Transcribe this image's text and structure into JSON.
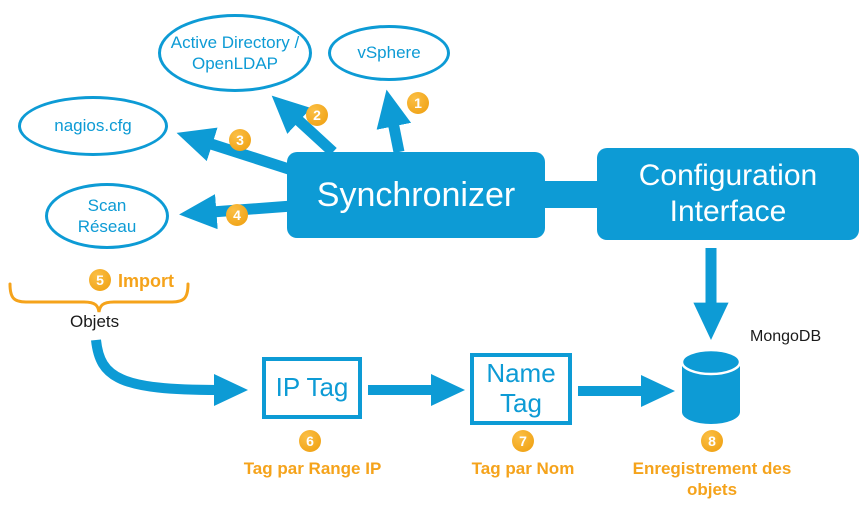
{
  "colors": {
    "primary_blue": "#0D9BD5",
    "accent_orange": "#F5A31B"
  },
  "sources": {
    "active_directory": {
      "label": "Active Directory / OpenLDAP"
    },
    "vsphere": {
      "label": "vSphere"
    },
    "nagios": {
      "label": "nagios.cfg"
    },
    "scan_reseau": {
      "label": "Scan Réseau"
    }
  },
  "components": {
    "synchronizer": {
      "label": "Synchronizer"
    },
    "configuration_interface": {
      "label": "Configuration Interface"
    },
    "ip_tag": {
      "label": "IP Tag"
    },
    "name_tag": {
      "label": "Name Tag"
    },
    "mongodb": {
      "label": "MongoDB"
    }
  },
  "steps": {
    "s1": {
      "number": "1"
    },
    "s2": {
      "number": "2"
    },
    "s3": {
      "number": "3"
    },
    "s4": {
      "number": "4"
    },
    "s5": {
      "number": "5",
      "label": "Import"
    },
    "s6": {
      "number": "6",
      "label": "Tag par Range IP"
    },
    "s7": {
      "number": "7",
      "label": "Tag par Nom"
    },
    "s8": {
      "number": "8",
      "label": "Enregistrement des objets"
    }
  },
  "labels": {
    "objects": "Objets"
  }
}
